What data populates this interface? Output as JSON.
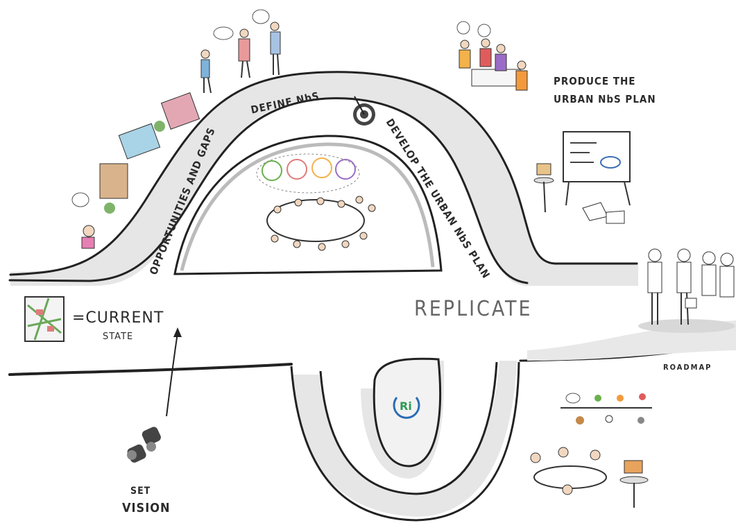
{
  "labels": {
    "define": "DEFINE NbS",
    "opportunities": "OPPORTUNITIES AND GAPS",
    "develop": "DEVELOP THE URBAN NbS PLAN",
    "produce_line1": "PRODUCE THE",
    "produce_line2": "URBAN NbS PLAN",
    "replicate": "REPLICATE",
    "current": "=CURRENT",
    "state": "STATE",
    "set": "SET",
    "vision": "VISION",
    "roadmap": "ROADMAP"
  },
  "colors": {
    "road_fill": "#e4e4e4",
    "road_edge": "#222222",
    "logo_green": "#2f9a58",
    "logo_blue": "#2a6db5"
  }
}
